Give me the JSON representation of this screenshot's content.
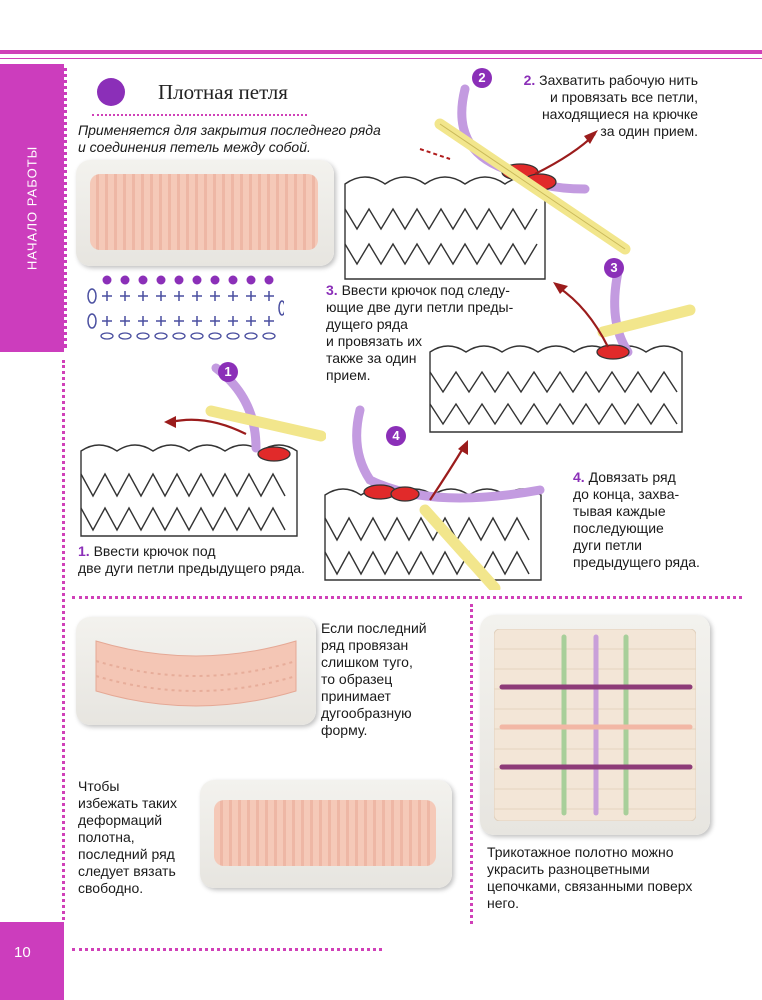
{
  "sidebar": {
    "label": "НАЧАЛО РАБОТЫ"
  },
  "section": {
    "title": "Плотная петля",
    "intro": [
      "Применяется для закрытия последнего ряда",
      "и соединения петель между собой."
    ]
  },
  "steps": [
    {
      "num": "1",
      "lines": [
        "1. Ввести крючок под",
        "две дуги петли предыдущего ряда."
      ]
    },
    {
      "num": "2",
      "lines": [
        "2. Захватить рабочую нить",
        "и провязать все петли,",
        "находящиеся на крючке",
        "за один прием."
      ]
    },
    {
      "num": "3",
      "lines": [
        "3. Ввести крючок под следу-",
        "ющие две дуги петли преды-",
        "дущего ряда",
        "и провязать их",
        "также за один",
        "прием."
      ]
    },
    {
      "num": "4",
      "lines": [
        "4. Довязать ряд",
        "до конца, захва-",
        "тывая каждые",
        "последующие",
        "дуги петли",
        "предыдущего ряда."
      ]
    }
  ],
  "notes": {
    "tight": [
      "Если последний",
      "ряд провязан",
      "слишком туго,",
      "то образец",
      "принимает",
      "дугообразную",
      "форму."
    ],
    "loose": [
      "Чтобы",
      "избежать таких",
      "деформаций",
      "полотна,",
      "последний ряд",
      "следует вязать",
      "свободно."
    ],
    "tricot": [
      "Трикотажное полотно можно",
      "украсить разноцветными",
      "цепочками, связанными поверх",
      "него."
    ]
  },
  "page_number": "10",
  "colors": {
    "accent": "#d040b8",
    "sidebar": "#cc3dbd",
    "step": "#8b2fb8",
    "yarn": "#f4c6b5"
  }
}
